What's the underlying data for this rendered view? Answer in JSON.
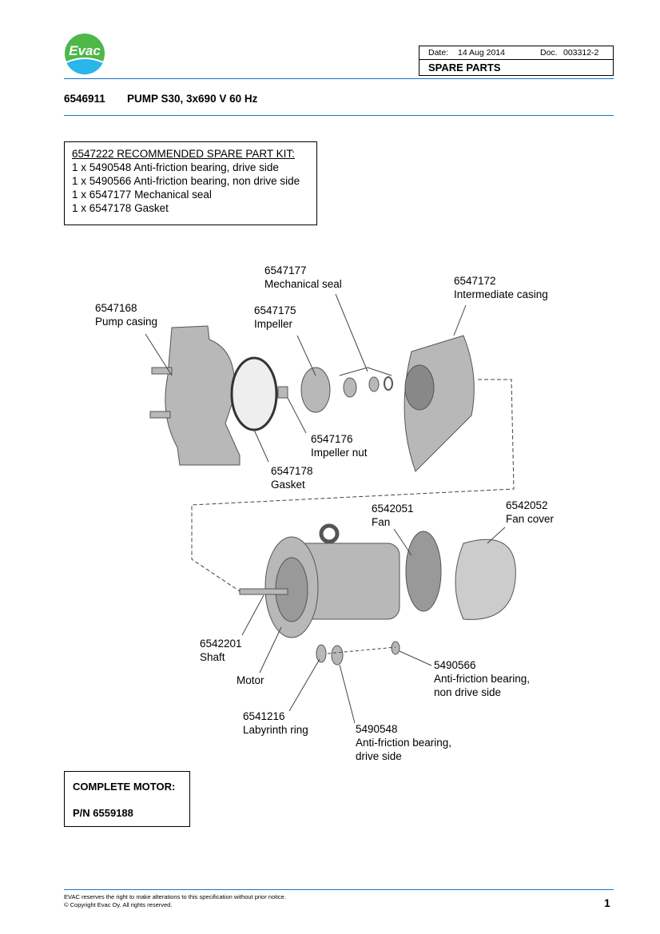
{
  "header": {
    "logo_text": "Evac",
    "date_label": "Date:",
    "date": "14 Aug 2014",
    "doc_label": "Doc.",
    "doc": "003312-2",
    "section": "SPARE PARTS"
  },
  "product": {
    "code": "6546911",
    "name": "PUMP S30, 3x690 V 60 Hz"
  },
  "kit": {
    "title": "6547222 RECOMMENDED SPARE PART KIT:",
    "items": [
      "1 x 5490548 Anti-friction bearing, drive side",
      "1 x 5490566 Anti-friction bearing, non drive side",
      "1 x 6547177 Mechanical seal",
      "1 x 6547178 Gasket"
    ]
  },
  "parts": [
    {
      "code": "6547177",
      "name": "Mechanical seal"
    },
    {
      "code": "6547172",
      "name": "Intermediate casing"
    },
    {
      "code": "6547168",
      "name": "Pump casing"
    },
    {
      "code": "6547175",
      "name": "Impeller"
    },
    {
      "code": "6547176",
      "name": "Impeller nut"
    },
    {
      "code": "6547178",
      "name": "Gasket"
    },
    {
      "code": "6542051",
      "name": "Fan"
    },
    {
      "code": "6542052",
      "name": "Fan cover"
    },
    {
      "code": "6542201",
      "name": "Shaft"
    },
    {
      "code": "",
      "name": "Motor"
    },
    {
      "code": "5490566",
      "name": "Anti-friction bearing,",
      "name2": "non drive side"
    },
    {
      "code": "6541216",
      "name": "Labyrinth ring"
    },
    {
      "code": "5490548",
      "name": "Anti-friction bearing,",
      "name2": "drive side"
    }
  ],
  "complete_motor": {
    "title": "COMPLETE MOTOR:",
    "pn": "P/N 6559188"
  },
  "footer": {
    "line1": "EVAC reserves the right to make alterations to this specification without  prior notice.",
    "line2": "© Copyright Evac Oy. All rights reserved.",
    "page": "1"
  },
  "colors": {
    "rule": "#1b74c0",
    "logo_green": "#4db848",
    "logo_blue": "#29b6e8",
    "part_grey": "#b8b8b8"
  }
}
